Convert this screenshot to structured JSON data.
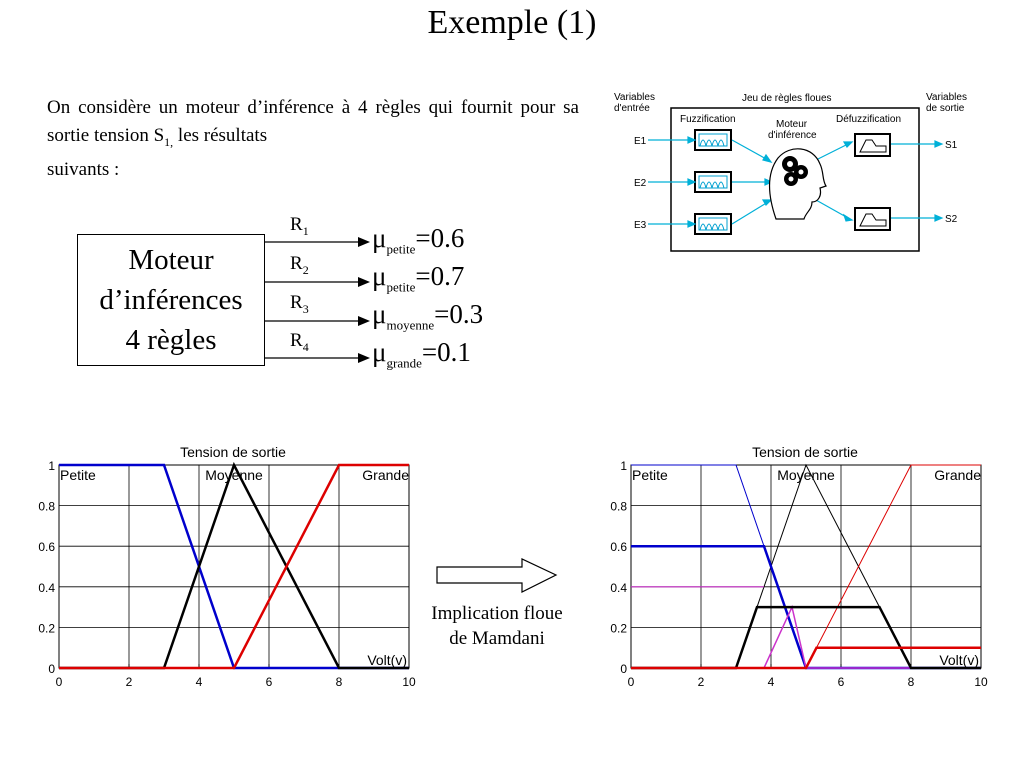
{
  "title": "Exemple (1)",
  "intro": {
    "line1": "On considère un moteur d’inférence à 4 règles qui",
    "line2_pre": "fournit pour sa sortie tension S",
    "line2_sub": "1,",
    "line2_post": " les résultats",
    "line3": "suivants :"
  },
  "engine": {
    "line1": "Moteur",
    "line2": "d’inférences",
    "line3": "4 règles"
  },
  "rules": [
    {
      "label": "R",
      "sub": "1",
      "mu": "μ",
      "set": "petite",
      "value": "=0.6"
    },
    {
      "label": "R",
      "sub": "2",
      "mu": "μ",
      "set": "petite",
      "value": "=0.7"
    },
    {
      "label": "R",
      "sub": "3",
      "mu": "μ",
      "set": "moyenne",
      "value": "=0.3"
    },
    {
      "label": "R",
      "sub": "4",
      "mu": "μ",
      "set": "grande",
      "value": "=0.1"
    }
  ],
  "schema": {
    "inputs_title": "Variables\nd'entrée",
    "rules_title": "Jeu de règles floues",
    "outputs_title": "Variables\nde sortie",
    "fuzz": "Fuzzification",
    "engine": "Moteur\nd'inférence",
    "defuzz": "Défuzzification",
    "inputs": [
      "E1",
      "E2",
      "E3"
    ],
    "outputs": [
      "S1",
      "S2"
    ]
  },
  "mamdani": {
    "line1": "Implication floue",
    "line2": "de Mamdani"
  },
  "colors": {
    "blue": "#0000cc",
    "red": "#dd0000",
    "black": "#000000",
    "magenta": "#cc33cc",
    "cyan": "#00b0d8"
  },
  "chart_data": [
    {
      "type": "line",
      "title": "Tension de sortie",
      "xlabel": "Volt(v)",
      "ylabel": "",
      "xlim": [
        0,
        10
      ],
      "ylim": [
        0,
        1
      ],
      "xticks": [
        0,
        2,
        4,
        6,
        8,
        10
      ],
      "yticks": [
        0,
        0.2,
        0.4,
        0.6,
        0.8,
        1
      ],
      "grid": true,
      "set_labels": [
        {
          "text": "Petite",
          "x": 0
        },
        {
          "text": "Moyenne",
          "x": 5
        },
        {
          "text": "Grande",
          "x": 10
        }
      ],
      "series": [
        {
          "name": "Petite",
          "color": "#0000cc",
          "width": 2.5,
          "x": [
            0,
            3,
            5,
            10
          ],
          "y": [
            1,
            1,
            0,
            0
          ]
        },
        {
          "name": "Moyenne",
          "color": "#000000",
          "width": 2.5,
          "x": [
            0,
            3,
            5,
            8,
            10
          ],
          "y": [
            0,
            0,
            1,
            0,
            0
          ]
        },
        {
          "name": "Grande",
          "color": "#dd0000",
          "width": 2.5,
          "x": [
            0,
            5,
            8,
            10
          ],
          "y": [
            0,
            0,
            1,
            1
          ]
        }
      ]
    },
    {
      "type": "line",
      "title": "Tension de sortie",
      "xlabel": "Volt(v)",
      "ylabel": "",
      "xlim": [
        0,
        10
      ],
      "ylim": [
        0,
        1
      ],
      "xticks": [
        0,
        2,
        4,
        6,
        8,
        10
      ],
      "yticks": [
        0,
        0.2,
        0.4,
        0.6,
        0.8,
        1
      ],
      "grid": true,
      "set_labels": [
        {
          "text": "Petite",
          "x": 0
        },
        {
          "text": "Moyenne",
          "x": 5
        },
        {
          "text": "Grande",
          "x": 10
        }
      ],
      "series": [
        {
          "name": "Petite",
          "color": "#0000cc",
          "width": 1,
          "x": [
            0,
            3,
            5,
            10
          ],
          "y": [
            1,
            1,
            0,
            0
          ]
        },
        {
          "name": "Moyenne",
          "color": "#000000",
          "width": 1,
          "x": [
            0,
            3,
            5,
            8,
            10
          ],
          "y": [
            0,
            0,
            1,
            0,
            0
          ]
        },
        {
          "name": "Grande",
          "color": "#dd0000",
          "width": 1,
          "x": [
            0,
            5,
            8,
            10
          ],
          "y": [
            0,
            0,
            1,
            1
          ]
        },
        {
          "name": "Petite",
          "color": "#cc33cc",
          "width": 1.2,
          "x": [
            0,
            3.8
          ],
          "y": [
            0.4,
            0.4
          ]
        },
        {
          "name": "Petite",
          "color": "#0000cc",
          "width": 2.5,
          "x": [
            0,
            3.8,
            5,
            10
          ],
          "y": [
            0.6,
            0.6,
            0,
            0
          ]
        },
        {
          "name": "Petite",
          "color": "#cc33cc",
          "width": 1.5,
          "x": [
            0,
            3.8,
            4.6,
            5,
            10
          ],
          "y": [
            0,
            0,
            0.3,
            0,
            0
          ]
        },
        {
          "name": "Moyenne",
          "color": "#000000",
          "width": 2.5,
          "x": [
            0,
            3,
            3.6,
            7.1,
            8,
            10
          ],
          "y": [
            0,
            0,
            0.3,
            0.3,
            0,
            0
          ]
        },
        {
          "name": "Grande",
          "color": "#dd0000",
          "width": 2.5,
          "x": [
            0,
            5,
            5.3,
            10
          ],
          "y": [
            0,
            0,
            0.1,
            0.1
          ]
        }
      ]
    }
  ]
}
